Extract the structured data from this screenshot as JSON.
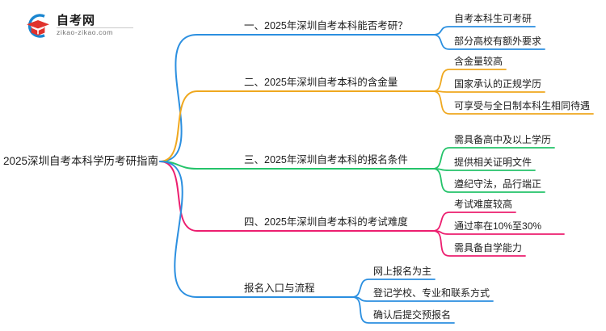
{
  "logo": {
    "icon": "graduation-cap-icon",
    "brand": "自考网",
    "domain": "zikao-zikao.com",
    "circle_color": "#1a86d0",
    "cap_color": "#e0322c"
  },
  "mindmap": {
    "type": "mindmap",
    "root": {
      "label": "2025深圳自考本科学历考研指南"
    },
    "branches": [
      {
        "label": "一、2025年深圳自考本科能否考研？",
        "color": "#2b8fe0",
        "children": [
          {
            "label": "自考本科生可考研"
          },
          {
            "label": "部分高校有额外要求"
          }
        ]
      },
      {
        "label": "二、2025年深圳自考本科的含金量",
        "color": "#efa81f",
        "children": [
          {
            "label": "含金量较高"
          },
          {
            "label": "国家承认的正规学历"
          },
          {
            "label": "可享受与全日制本科生相同待遇"
          }
        ]
      },
      {
        "label": "三、2025年深圳自考本科的报名条件",
        "color": "#24c36a",
        "children": [
          {
            "label": "需具备高中及以上学历"
          },
          {
            "label": "提供相关证明文件"
          },
          {
            "label": "遵纪守法，品行端正"
          }
        ]
      },
      {
        "label": "四、2025年深圳自考本科的考试难度",
        "color": "#ec1e6f",
        "children": [
          {
            "label": "考试难度较高"
          },
          {
            "label": "通过率在10%至30%"
          },
          {
            "label": "需具备自学能力"
          }
        ]
      },
      {
        "label": "报名入口与流程",
        "color": "#2b8fe0",
        "children": [
          {
            "label": "网上报名为主"
          },
          {
            "label": "登记学校、专业和联系方式"
          },
          {
            "label": "确认后提交预报名"
          }
        ]
      }
    ]
  }
}
